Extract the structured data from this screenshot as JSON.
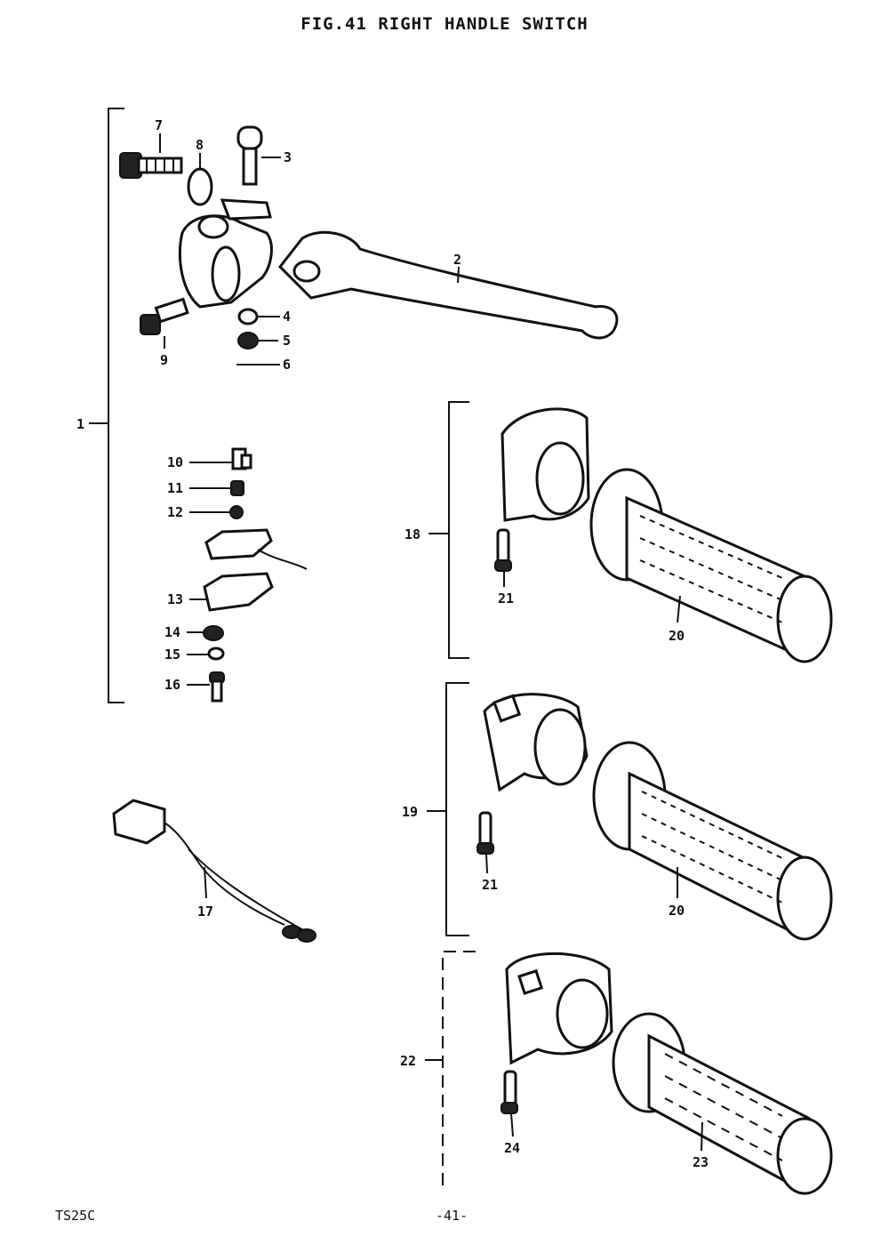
{
  "title": "FIG.41  RIGHT HANDLE SWITCH",
  "model": "TS25C",
  "page_number": "-41-",
  "callouts": [
    "1",
    "2",
    "3",
    "4",
    "5",
    "6",
    "7",
    "8",
    "9",
    "10",
    "11",
    "12",
    "13",
    "14",
    "15",
    "16",
    "17",
    "18",
    "19",
    "20",
    "20",
    "21",
    "21",
    "22",
    "23",
    "24"
  ]
}
